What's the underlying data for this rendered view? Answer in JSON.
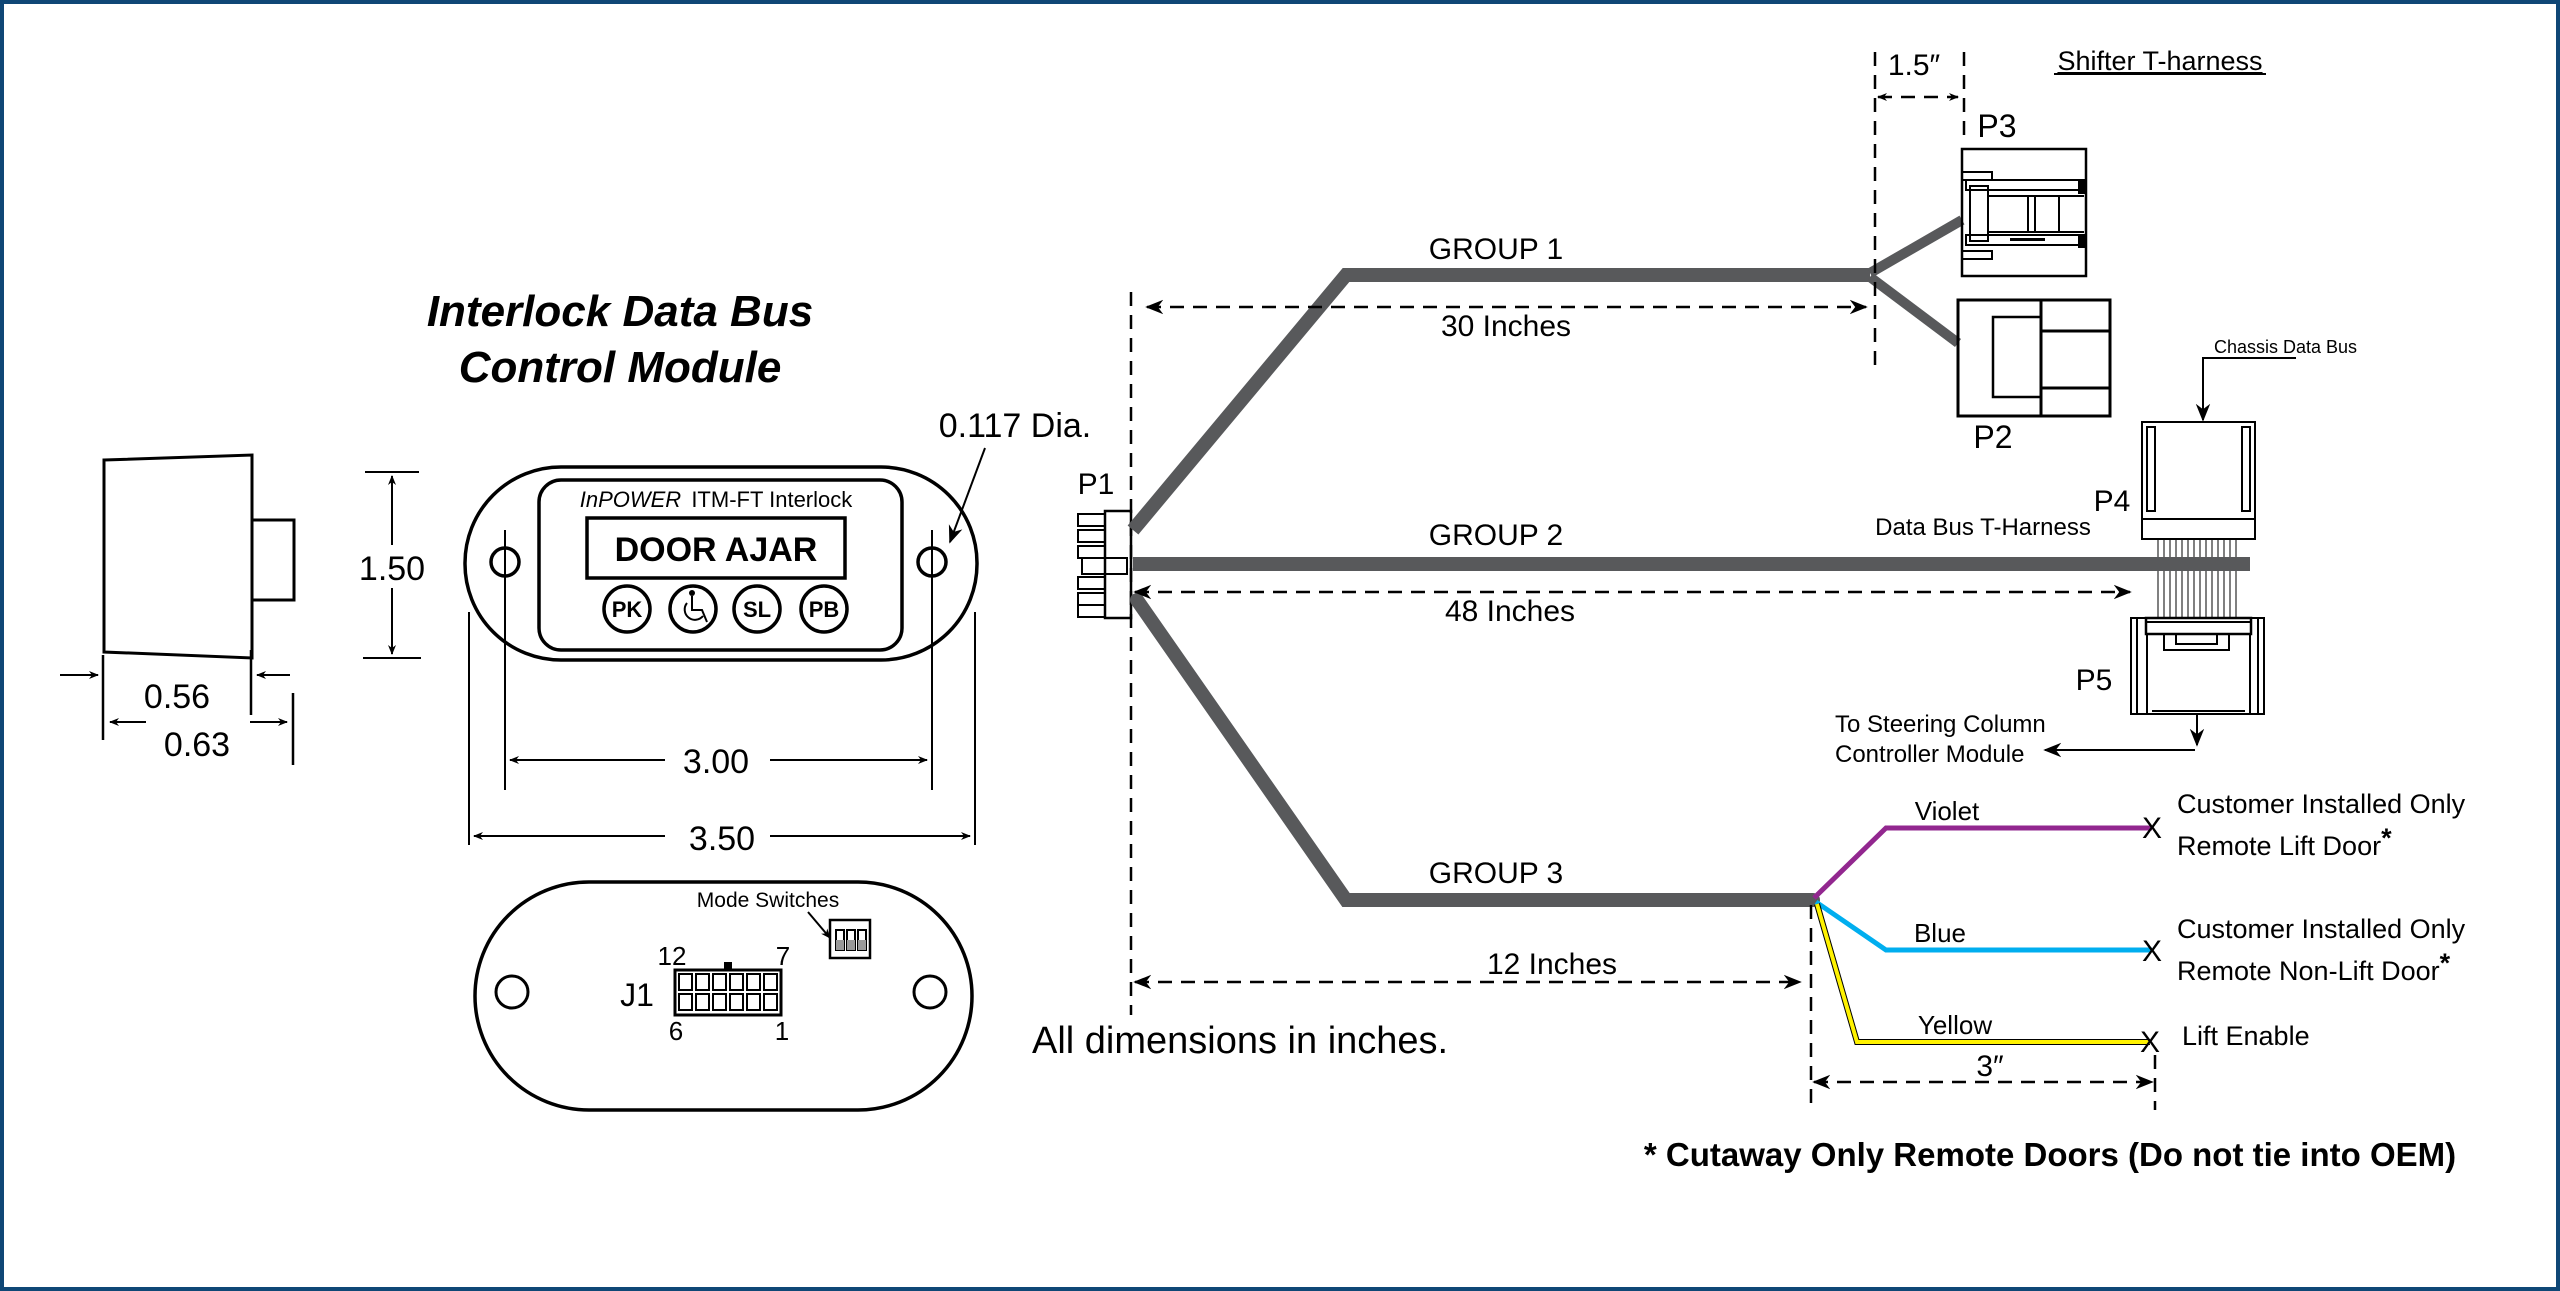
{
  "title": {
    "line1": "Interlock Data Bus",
    "line2": "Control Module"
  },
  "module": {
    "brand": "InPOWER",
    "model": "ITM-FT Interlock",
    "display_text": "DOOR AJAR",
    "buttons": [
      {
        "label": "PK",
        "icon": null
      },
      {
        "label": "",
        "icon": "wheelchair-icon"
      },
      {
        "label": "SL",
        "icon": null
      },
      {
        "label": "PB",
        "icon": null
      }
    ],
    "hole_label": "0.117 Dia."
  },
  "dimensions": {
    "side_depth": "0.56",
    "side_total": "0.63",
    "height": "1.50",
    "hole_spacing": "3.00",
    "overall_width": "3.50",
    "note": "All dimensions in inches."
  },
  "back_view": {
    "mode_switches_label": "Mode Switches",
    "connector_label": "J1",
    "pin_labels": {
      "top_left": "12",
      "top_right": "7",
      "bottom_left": "6",
      "bottom_right": "1"
    }
  },
  "harness": {
    "p1": "P1",
    "groups": [
      {
        "name": "GROUP 1",
        "length": "30 Inches"
      },
      {
        "name": "GROUP 2",
        "length": "48 Inches"
      },
      {
        "name": "GROUP 3",
        "length": "12 Inches"
      }
    ],
    "shifter": {
      "title": "Shifter T-harness",
      "split_length": "1.5″",
      "connectors": [
        "P3",
        "P2"
      ]
    },
    "data_bus": {
      "title": "Data Bus T-Harness",
      "chassis_label": "Chassis Data Bus",
      "connectors": [
        "P4",
        "P5"
      ],
      "steering_line1": "To Steering Column",
      "steering_line2": "Controller Module"
    },
    "wires": [
      {
        "color_name": "Violet",
        "color": "#92278f",
        "desc_line1": "Customer Installed Only",
        "desc_line2": "Remote Lift Door",
        "asterisk": "*",
        "end_mark": "X"
      },
      {
        "color_name": "Blue",
        "color": "#00aeef",
        "desc_line1": "Customer Installed Only",
        "desc_line2": "Remote Non-Lift Door",
        "asterisk": "*",
        "end_mark": "X"
      },
      {
        "color_name": "Yellow",
        "color": "#fff200",
        "desc_line1": "Lift Enable",
        "desc_line2": "",
        "asterisk": "",
        "end_mark": "X"
      }
    ],
    "wire_length": "3″",
    "footnote": "* Cutaway Only Remote Doors (Do not tie into OEM)"
  },
  "colors": {
    "frame": "#0f4776",
    "cable": "#58595b"
  }
}
